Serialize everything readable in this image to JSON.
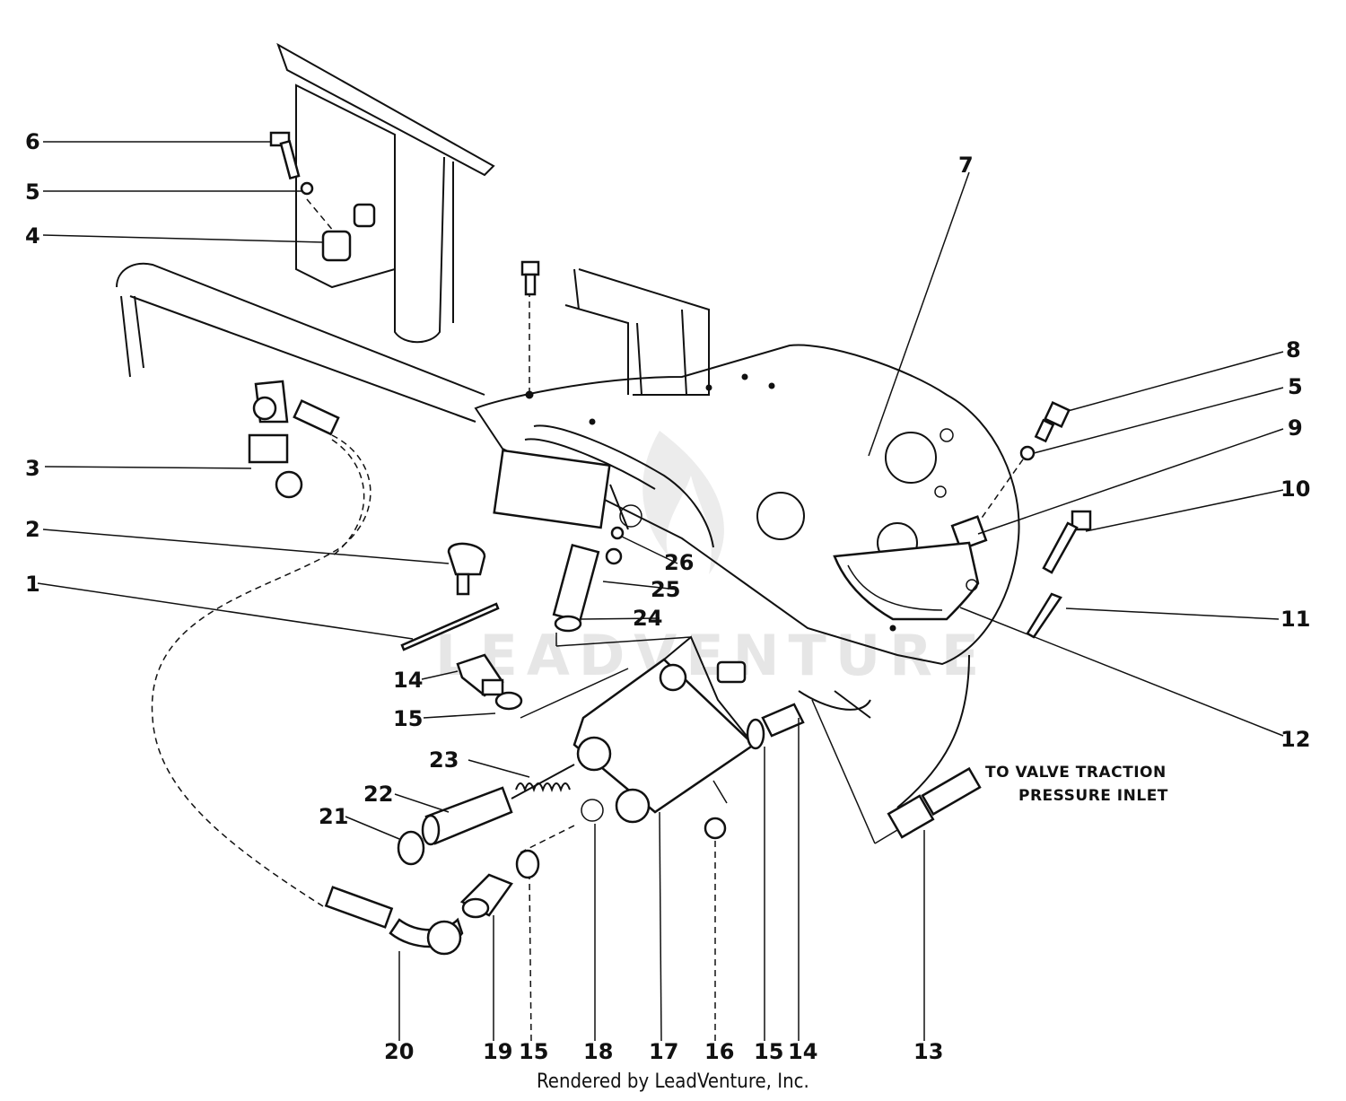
{
  "callouts": {
    "c1": "1",
    "c2": "2",
    "c3": "3",
    "c4": "4",
    "c5a": "5",
    "c5b": "5",
    "c6": "6",
    "c7": "7",
    "c8": "8",
    "c9": "9",
    "c10": "10",
    "c11": "11",
    "c12": "12",
    "c13": "13",
    "c14a": "14",
    "c14b": "14",
    "c15a": "15",
    "c15b": "15",
    "c15c": "15",
    "c16": "16",
    "c17": "17",
    "c18": "18",
    "c19": "19",
    "c20": "20",
    "c21": "21",
    "c22": "22",
    "c23": "23",
    "c24": "24",
    "c25": "25",
    "c26": "26"
  },
  "note": {
    "line1": "TO VALVE TRACTION",
    "line2": "PRESSURE INLET"
  },
  "watermark": "LEADVENTURE",
  "footer": "Rendered by LeadVenture, Inc."
}
